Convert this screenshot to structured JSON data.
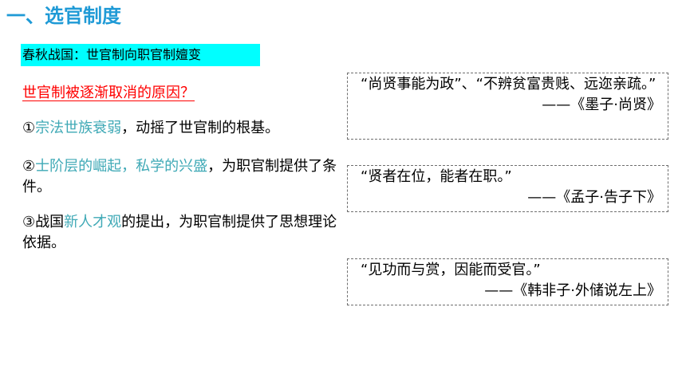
{
  "title": "一、选官制度",
  "banner": "春秋战国：世官制向职官制嬗变",
  "question": "世官制被逐渐取消的原因？",
  "points": [
    {
      "pre": "①",
      "hl": "宗法世族衰弱",
      "post": "，动摇了世官制的根基。"
    },
    {
      "pre": "②",
      "hl": "士阶层的崛起，私学的兴盛",
      "post": "，为职官制提供了条件。"
    },
    {
      "pre": "③战国",
      "hl": "新人才观",
      "post": "的提出，为职官制提供了思想理论依据。"
    }
  ],
  "quotes": [
    {
      "text": "“尚贤事能为政”、“不辨贫富贵贱、远迩亲疏。”",
      "source": "——《墨子·尚贤》"
    },
    {
      "text": "“贤者在位，能者在职。”",
      "source": "——《孟子·告子下》"
    },
    {
      "text": "“见功而与赏，因能而受官。”",
      "source": "——《韩非子·外储说左上》"
    }
  ],
  "colors": {
    "title": "#1f9ad6",
    "banner_bg": "#00ffff",
    "question": "#ff0000",
    "highlight": "#3fa9b6"
  }
}
